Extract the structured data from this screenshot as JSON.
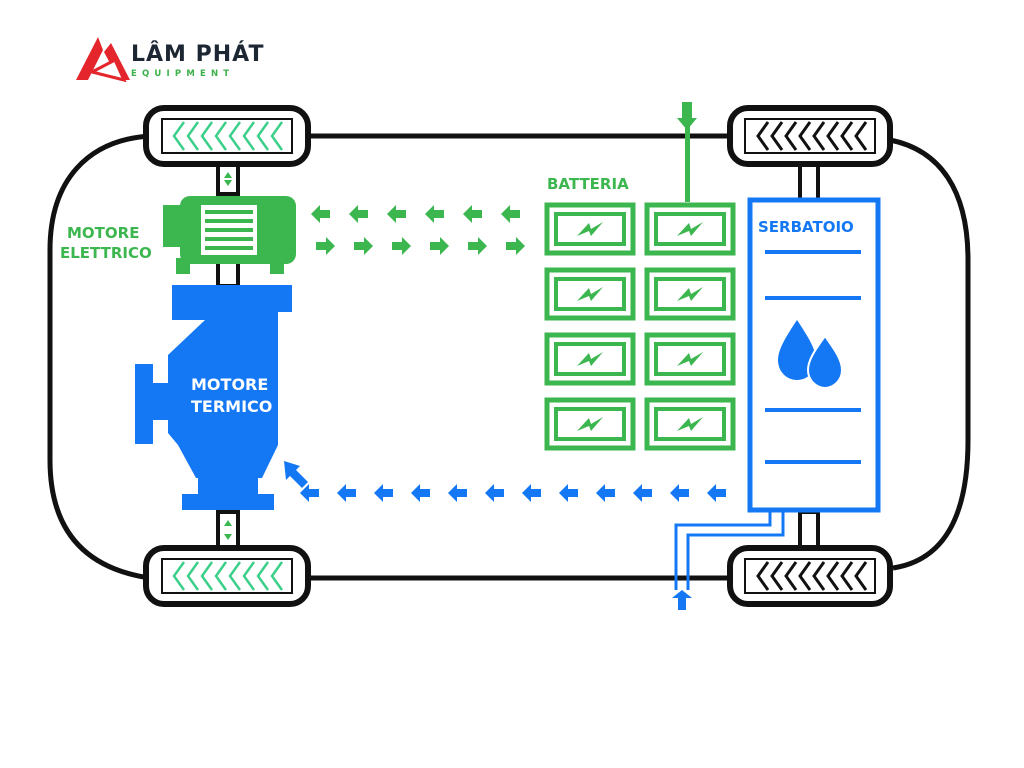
{
  "brand": {
    "name": "LÂM PHÁT",
    "sub": "EQUIPMENT",
    "colors": {
      "red": "#e4262c",
      "dark": "#1d2733",
      "green": "#3cb04a"
    }
  },
  "labels": {
    "electric_motor_line1": "MOTORE",
    "electric_motor_line2": "ELETTRICO",
    "thermal_motor_line1": "MOTORE",
    "thermal_motor_line2": "TERMICO",
    "battery": "BATTERIA",
    "tank": "SERBATOIO"
  },
  "colors": {
    "green": "#3cb64e",
    "blue": "#1478f5",
    "outline": "#111111"
  },
  "icons": {
    "battery_cell": "lightning-bolt-icon",
    "tank": "water-drops-icon",
    "flow": "arrow-icon",
    "wheel": "tire-tread-icon"
  },
  "battery": {
    "cells": 8
  }
}
